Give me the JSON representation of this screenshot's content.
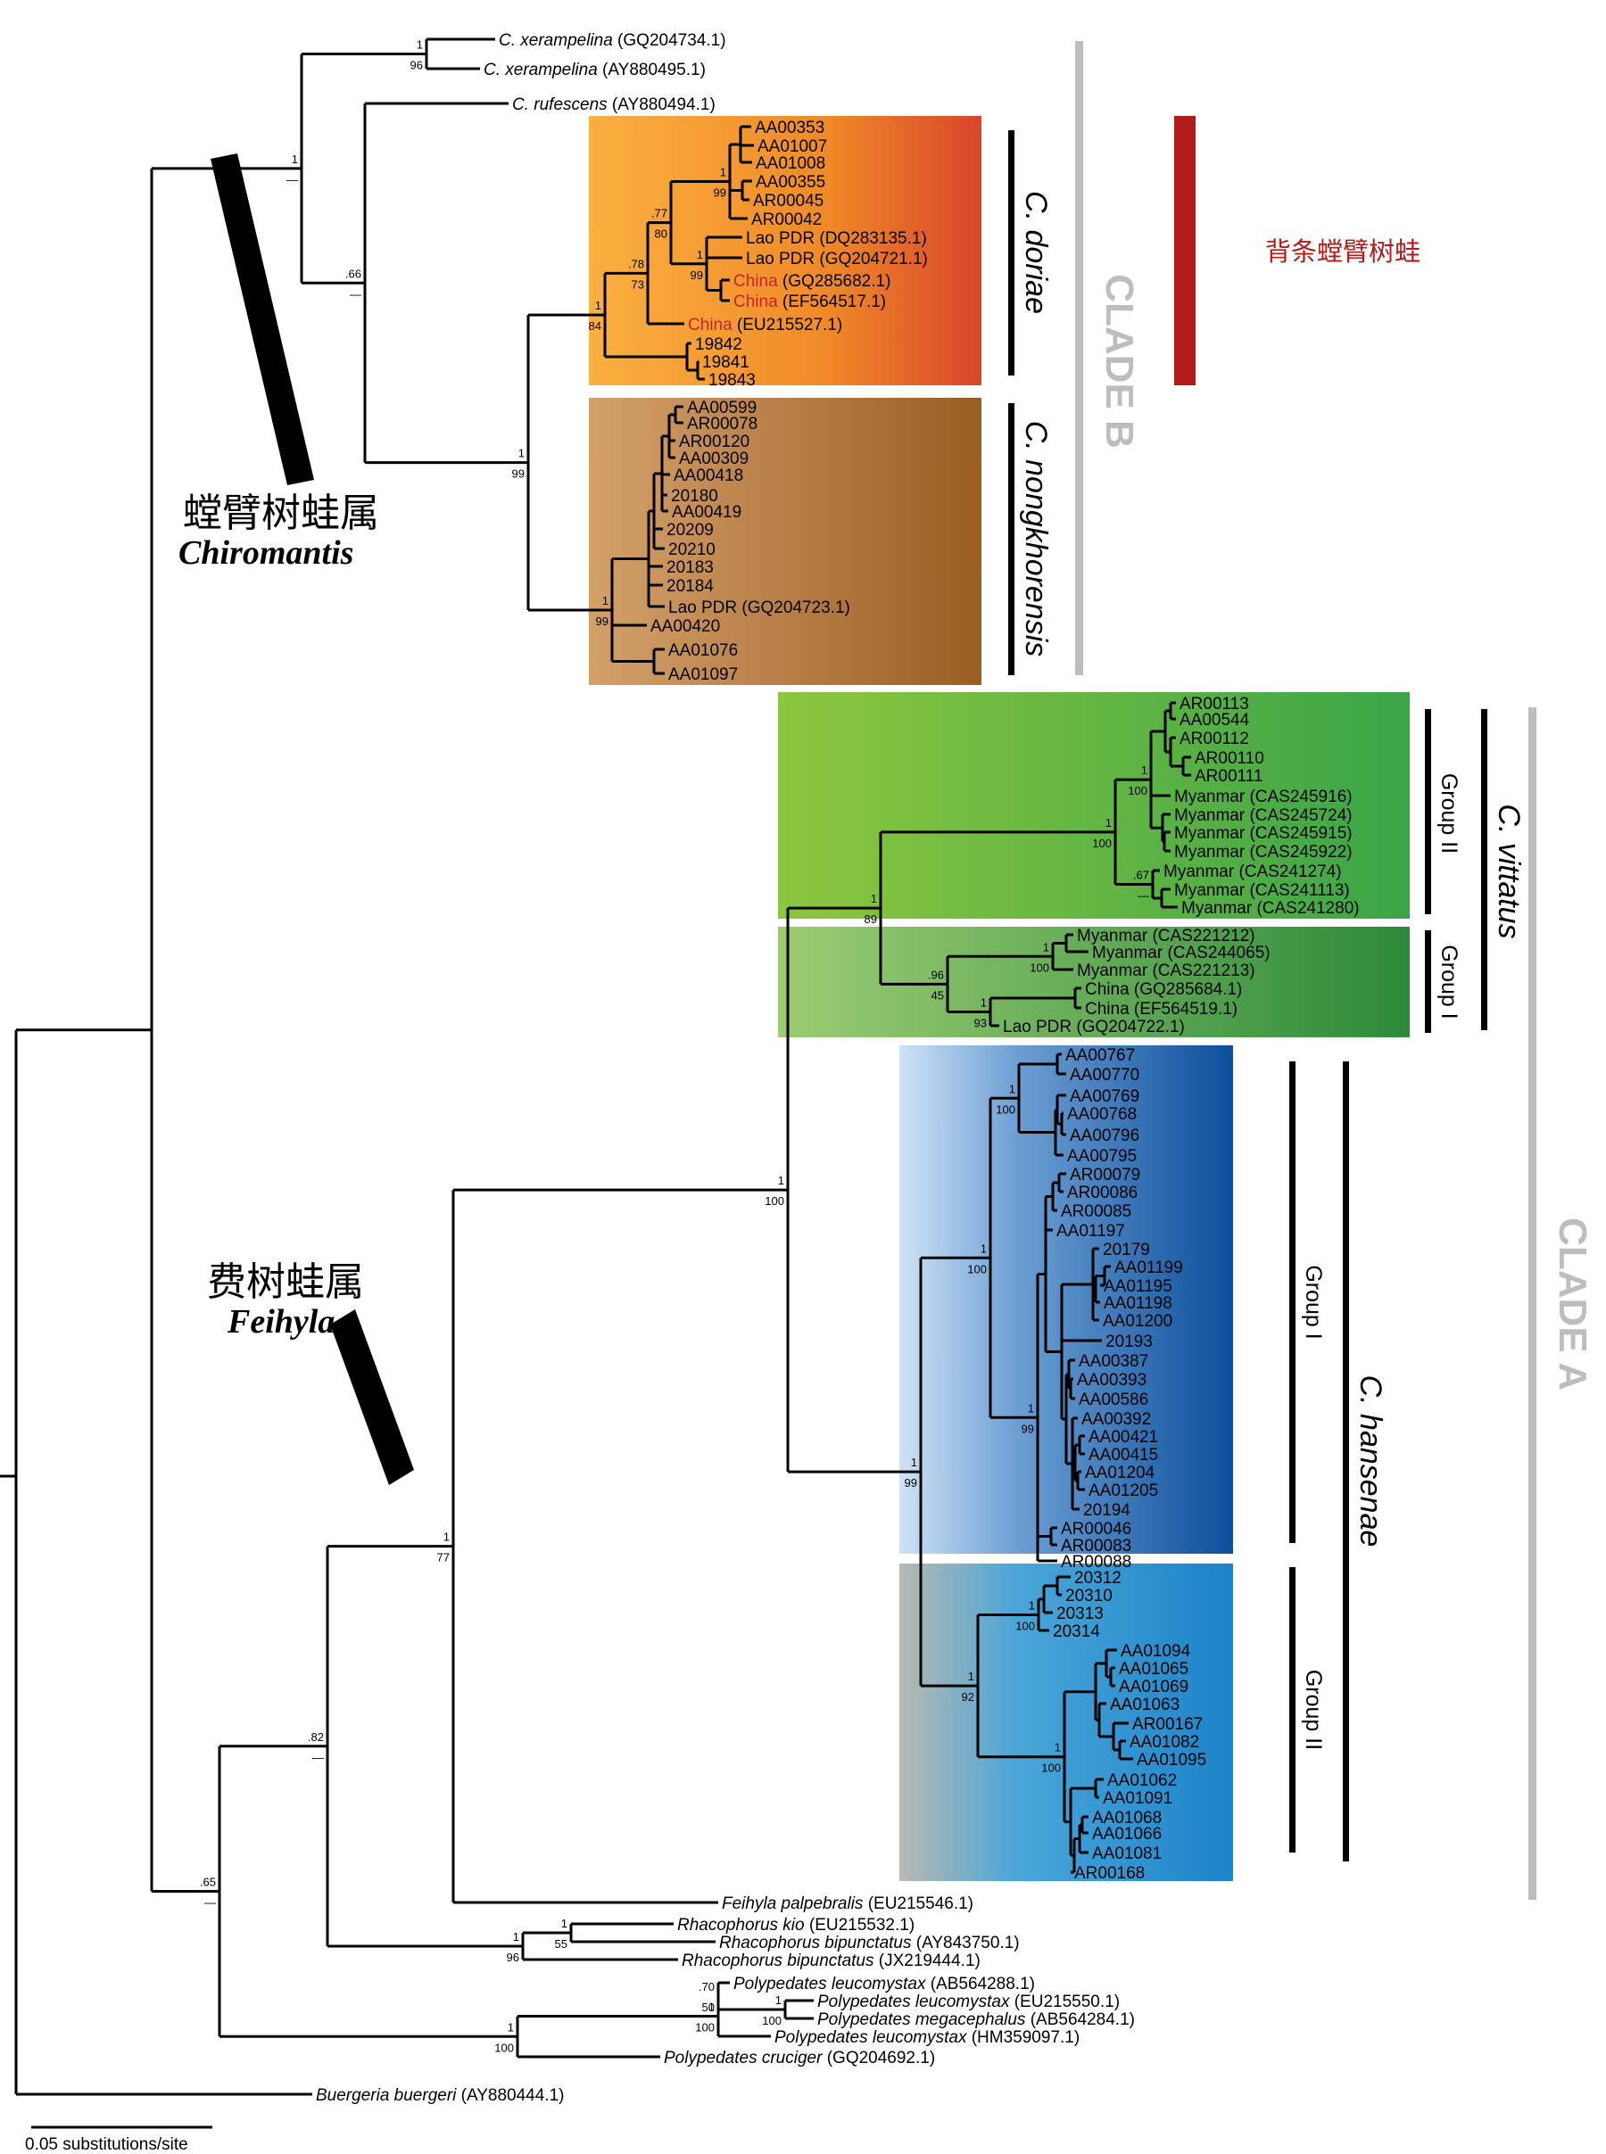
{
  "tips": [
    {
      "id": "t1",
      "label": "C. xerampelina",
      "acc": "(GQ204734.1)",
      "italic": true
    },
    {
      "id": "t2",
      "label": "C. xerampelina",
      "acc": "(AY880495.1)",
      "italic": true
    },
    {
      "id": "t3",
      "label": "C. rufescens",
      "acc": "(AY880494.1)",
      "italic": true
    },
    {
      "id": "t4",
      "label": "AA00353"
    },
    {
      "id": "t5",
      "label": "AA01007"
    },
    {
      "id": "t6",
      "label": "AA01008"
    },
    {
      "id": "t7",
      "label": "AA00355"
    },
    {
      "id": "t8",
      "label": "AR00045"
    },
    {
      "id": "t9",
      "label": "AR00042"
    },
    {
      "id": "t10",
      "label": "Lao PDR (DQ283135.1)"
    },
    {
      "id": "t11",
      "label": "Lao PDR (GQ204721.1)"
    },
    {
      "id": "t12",
      "label": "China",
      "acc": "(GQ285682.1)",
      "red": true
    },
    {
      "id": "t13",
      "label": "China",
      "acc": "(EF564517.1)",
      "red": true
    },
    {
      "id": "t14",
      "label": "China",
      "acc": "(EU215527.1)",
      "red": true
    },
    {
      "id": "t15",
      "label": "19842"
    },
    {
      "id": "t16",
      "label": "19841"
    },
    {
      "id": "t17",
      "label": "19843"
    },
    {
      "id": "t18",
      "label": "AA00599"
    },
    {
      "id": "t19",
      "label": "AR00078"
    },
    {
      "id": "t20",
      "label": "AR00120"
    },
    {
      "id": "t21",
      "label": "AA00309"
    },
    {
      "id": "t22",
      "label": "AA00418"
    },
    {
      "id": "t23",
      "label": "20180"
    },
    {
      "id": "t24",
      "label": "AA00419"
    },
    {
      "id": "t25",
      "label": "20209"
    },
    {
      "id": "t26",
      "label": "20210"
    },
    {
      "id": "t27",
      "label": "20183"
    },
    {
      "id": "t28",
      "label": "20184"
    },
    {
      "id": "t29",
      "label": "Lao PDR (GQ204723.1)"
    },
    {
      "id": "t30",
      "label": "AA00420"
    },
    {
      "id": "t31",
      "label": "AA01076"
    },
    {
      "id": "t32",
      "label": "AA01097"
    },
    {
      "id": "t33",
      "label": "AR00113"
    },
    {
      "id": "t34",
      "label": "AA00544"
    },
    {
      "id": "t35",
      "label": "AR00112"
    },
    {
      "id": "t36",
      "label": "AR00110"
    },
    {
      "id": "t37",
      "label": "AR00111"
    },
    {
      "id": "t38",
      "label": "Myanmar (CAS245916)"
    },
    {
      "id": "t39",
      "label": "Myanmar (CAS245724)"
    },
    {
      "id": "t40",
      "label": "Myanmar (CAS245915)"
    },
    {
      "id": "t41",
      "label": "Myanmar (CAS245922)"
    },
    {
      "id": "t42",
      "label": "Myanmar (CAS241274)"
    },
    {
      "id": "t43",
      "label": "Myanmar (CAS241113)"
    },
    {
      "id": "t44",
      "label": "Myanmar (CAS241280)"
    },
    {
      "id": "t45",
      "label": "Myanmar (CAS221212)"
    },
    {
      "id": "t46",
      "label": "Myanmar (CAS244065)"
    },
    {
      "id": "t47",
      "label": "Myanmar (CAS221213)"
    },
    {
      "id": "t48",
      "label": "China (GQ285684.1)"
    },
    {
      "id": "t49",
      "label": "China (EF564519.1)"
    },
    {
      "id": "t50",
      "label": "Lao PDR (GQ204722.1)"
    },
    {
      "id": "t51",
      "label": "AA00767"
    },
    {
      "id": "t52",
      "label": "AA00770"
    },
    {
      "id": "t53",
      "label": "AA00769"
    },
    {
      "id": "t54",
      "label": "AA00768"
    },
    {
      "id": "t55",
      "label": "AA00796"
    },
    {
      "id": "t56",
      "label": "AA00795"
    },
    {
      "id": "t57",
      "label": "AR00079"
    },
    {
      "id": "t58",
      "label": "AR00086"
    },
    {
      "id": "t59",
      "label": "AR00085"
    },
    {
      "id": "t60",
      "label": "AA01197"
    },
    {
      "id": "t61",
      "label": "20179"
    },
    {
      "id": "t62",
      "label": "AA01199"
    },
    {
      "id": "t63",
      "label": "AA01195"
    },
    {
      "id": "t64",
      "label": "AA01198"
    },
    {
      "id": "t65",
      "label": "AA01200"
    },
    {
      "id": "t66",
      "label": "20193"
    },
    {
      "id": "t67",
      "label": "AA00387"
    },
    {
      "id": "t68",
      "label": "AA00393"
    },
    {
      "id": "t69",
      "label": "AA00586"
    },
    {
      "id": "t70",
      "label": "AA00392"
    },
    {
      "id": "t71",
      "label": "AA00421"
    },
    {
      "id": "t72",
      "label": "AA00415"
    },
    {
      "id": "t73",
      "label": "AA01204"
    },
    {
      "id": "t74",
      "label": "AA01205"
    },
    {
      "id": "t75",
      "label": "20194"
    },
    {
      "id": "t76",
      "label": "AR00046"
    },
    {
      "id": "t77",
      "label": "AR00083"
    },
    {
      "id": "t78",
      "label": "AR00088"
    },
    {
      "id": "t79",
      "label": "20312"
    },
    {
      "id": "t80",
      "label": "20310"
    },
    {
      "id": "t81",
      "label": "20313"
    },
    {
      "id": "t82",
      "label": "20314"
    },
    {
      "id": "t83",
      "label": "AA01094"
    },
    {
      "id": "t84",
      "label": "AA01065"
    },
    {
      "id": "t85",
      "label": "AA01069"
    },
    {
      "id": "t86",
      "label": "AA01063"
    },
    {
      "id": "t87",
      "label": "AR00167"
    },
    {
      "id": "t88",
      "label": "AA01082"
    },
    {
      "id": "t89",
      "label": "AA01095"
    },
    {
      "id": "t90",
      "label": "AA01062"
    },
    {
      "id": "t91",
      "label": "AA01091"
    },
    {
      "id": "t92",
      "label": "AA01068"
    },
    {
      "id": "t93",
      "label": "AA01066"
    },
    {
      "id": "t94",
      "label": "AA01081"
    },
    {
      "id": "t95",
      "label": "AR00168"
    },
    {
      "id": "t96",
      "label": "Feihyla palpebralis",
      "acc": "(EU215546.1)",
      "italic": true
    },
    {
      "id": "t97",
      "label": "Rhacophorus kio",
      "acc": "(EU215532.1)",
      "italic": true
    },
    {
      "id": "t98",
      "label": "Rhacophorus bipunctatus",
      "acc": "(AY843750.1)",
      "italic": true
    },
    {
      "id": "t99",
      "label": "Rhacophorus bipunctatus",
      "acc": "(JX219444.1)",
      "italic": true
    },
    {
      "id": "t100",
      "label": "Polypedates leucomystax",
      "acc": "(AB564288.1)",
      "italic": true
    },
    {
      "id": "t101",
      "label": "Polypedates leucomystax",
      "acc": "(EU215550.1)",
      "italic": true
    },
    {
      "id": "t102",
      "label": "Polypedates megacephalus",
      "acc": "(AB564284.1)",
      "italic": true
    },
    {
      "id": "t103",
      "label": "Polypedates leucomystax",
      "acc": "(HM359097.1)",
      "italic": true
    },
    {
      "id": "t104",
      "label": "Polypedates cruciger",
      "acc": "(GQ204692.1)",
      "italic": true
    },
    {
      "id": "t105",
      "label": "Buergeria buergeri",
      "acc": "(AY880444.1)",
      "italic": true
    }
  ],
  "supports": [
    {
      "node": "xer",
      "pp": "1",
      "bs": "96"
    },
    {
      "node": "chiro",
      "pp": "1",
      "bs": "—"
    },
    {
      "node": "chiro2",
      "pp": ".66",
      "bs": "—"
    },
    {
      "node": "dn",
      "pp": "1",
      "bs": "99"
    },
    {
      "node": "doriae",
      "pp": "1",
      "bs": "84"
    },
    {
      "node": "dor2",
      "pp": ".78",
      "bs": "73"
    },
    {
      "node": "dor3",
      "pp": ".77",
      "bs": "80"
    },
    {
      "node": "aa",
      "pp": "1",
      "bs": "99"
    },
    {
      "node": "laoch",
      "pp": "1",
      "bs": "99"
    },
    {
      "node": "nong",
      "pp": "1",
      "bs": "99"
    },
    {
      "node": "vit",
      "pp": "1",
      "bs": "89"
    },
    {
      "node": "g2",
      "pp": "1",
      "bs": "100"
    },
    {
      "node": "g2a",
      "pp": "1",
      "bs": "100"
    },
    {
      "node": "g2b",
      "pp": ".67",
      "bs": "—"
    },
    {
      "node": "g1",
      "pp": ".96",
      "bs": "45"
    },
    {
      "node": "g1a",
      "pp": "1",
      "bs": "100"
    },
    {
      "node": "g1b",
      "pp": "1",
      "bs": "93"
    },
    {
      "node": "cladeA",
      "pp": "1",
      "bs": "100"
    },
    {
      "node": "han",
      "pp": "1",
      "bs": "99"
    },
    {
      "node": "hg1",
      "pp": "1",
      "bs": "100"
    },
    {
      "node": "hg1a",
      "pp": "1",
      "bs": "100"
    },
    {
      "node": "hg1b",
      "pp": "1",
      "bs": "99"
    },
    {
      "node": "hg2",
      "pp": "1",
      "bs": "92"
    },
    {
      "node": "hg2a",
      "pp": "1",
      "bs": "100"
    },
    {
      "node": "hg2b",
      "pp": "1",
      "bs": "100"
    },
    {
      "node": "feih",
      "pp": "1",
      "bs": "77"
    },
    {
      "node": "n82",
      "pp": ".82",
      "bs": "—"
    },
    {
      "node": "n65",
      "pp": ".65",
      "bs": "—"
    },
    {
      "node": "rhac",
      "pp": "1",
      "bs": "96"
    },
    {
      "node": "rhac2",
      "pp": "1",
      "bs": "55"
    },
    {
      "node": "poly",
      "pp": "1",
      "bs": "100"
    },
    {
      "node": "poly2",
      "pp": "1",
      "bs": "100"
    },
    {
      "node": "poly3",
      "pp": ".70",
      "bs": "50"
    },
    {
      "node": "poly4",
      "pp": "1",
      "bs": "100"
    }
  ],
  "labels": {
    "doriae": "C. doriae",
    "nong": "C. nongkhorensis",
    "vittatus": "C. vittatus",
    "hansenae": "C. hansenae",
    "group2": "Group II",
    "group1": "Group I",
    "hgroup1": "Group I",
    "hgroup2": "Group II",
    "cladeB": "CLADE B",
    "cladeA": "CLADE A",
    "chinese_doriae": "背条螳臂树蛙",
    "chiro_cn": "螳臂树蛙属",
    "chiro_latin": "Chiromantis",
    "feih_cn": "费树蛙属",
    "feih_latin": "Feihyla",
    "scale": "0.05 substitutions/site"
  },
  "colors": {
    "red_label": "#c0272d",
    "clade_gray": "#bdbdbd",
    "doriae_red_bar": "#b31b1b"
  }
}
